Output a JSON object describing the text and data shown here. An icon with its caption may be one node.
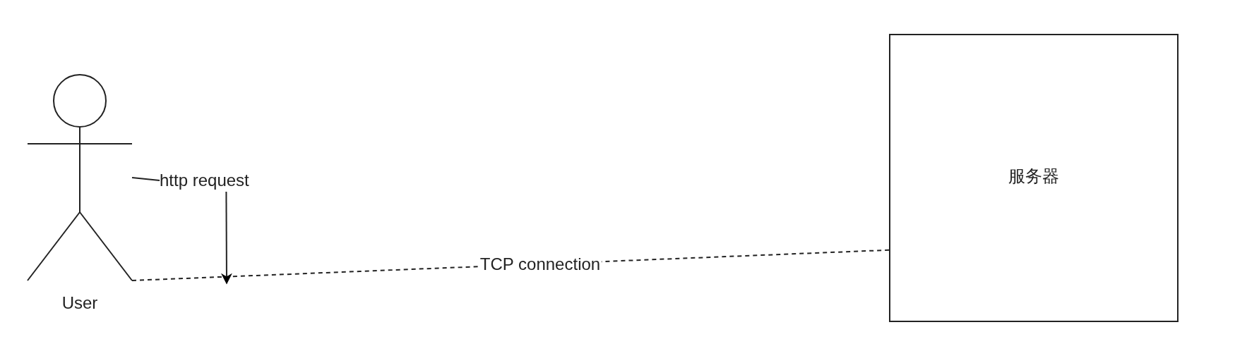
{
  "diagram": {
    "nodes": [
      {
        "text": [],
        "shape": "person",
        "beside": [
          "User"
        ]
      },
      {
        "text": [
          "服务器"
        ]
      },
      {
        "text": [
          "http request"
        ]
      }
    ],
    "edges": [
      {
        "from": 0,
        "to": 1,
        "arrow": "none",
        "style": "dashed",
        "label": "TCP connection"
      },
      {
        "from": 2,
        "to": null,
        "arrow": "to"
      },
      {
        "from": 0,
        "to": 2,
        "arrow": "none"
      }
    ]
  }
}
